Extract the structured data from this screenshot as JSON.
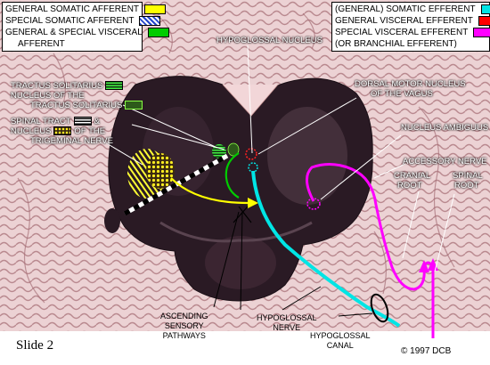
{
  "legend_left": [
    {
      "label": "GENERAL SOMATIC AFFERENT",
      "color": "#ffff00"
    },
    {
      "label": "SPECIAL SOMATIC AFFERENT",
      "color": "stripe-blue"
    },
    {
      "label": "GENERAL & SPECIAL VISCERAL",
      "color": "#00cc00"
    },
    {
      "label": "AFFERENT",
      "color": ""
    }
  ],
  "legend_right": [
    {
      "label": "(GENERAL) SOMATIC EFFERENT",
      "color": "#00e5e5"
    },
    {
      "label": "GENERAL VISCERAL EFFERENT",
      "color": "#ff0000"
    },
    {
      "label": "SPECIAL VISCERAL EFFERENT",
      "color": "#ff00ff"
    },
    {
      "label": "(OR BRANCHIAL EFFERENT)",
      "color": ""
    }
  ],
  "labels": {
    "hypoglossal_nucleus": "HYPOGLOSSAL NUCLEUS",
    "tractus_solitarius_1": "TRACTUS SOLITARIUS",
    "tractus_solitarius_2": "NUCLEUS OF THE",
    "tractus_solitarius_3": "TRACTUS SOLITARIUS",
    "spinal_tract_1": "SPINAL TRACT",
    "spinal_tract_amp": "&",
    "spinal_tract_2": "NUCLEUS",
    "spinal_tract_3": "OF THE",
    "spinal_tract_4": "TRIGEMINAL NERVE",
    "dorsal_motor_1": "DORSAL MOTOR NUCLEUS",
    "dorsal_motor_2": "OF THE VAGUS",
    "nucleus_ambiguus": "NUCLEUS AMBIGUUS",
    "accessory_nerve": "ACCESSORY NERVE",
    "cranial_root_1": "CRANIAL",
    "cranial_root_2": "ROOT",
    "spinal_root_1": "SPINAL",
    "spinal_root_2": "ROOT",
    "ascending_1": "ASCENDING",
    "ascending_2": "SENSORY",
    "ascending_3": "PATHWAYS",
    "hypoglossal_nerve_1": "HYPOGLOSSAL",
    "hypoglossal_nerve_2": "NERVE",
    "hypoglossal_canal_1": "HYPOGLOSSAL",
    "hypoglossal_canal_2": "CANAL"
  },
  "footer": {
    "slide": "Slide 2",
    "copyright": "© 1997  DCB"
  },
  "colors": {
    "tissue_pink": "#e9c9cc",
    "medulla_dark": "#2a1a24",
    "somatic_efferent": "#00e5e5",
    "general_visceral_efferent": "#ff0000",
    "special_visceral_efferent": "#ff00ff",
    "general_somatic_afferent": "#ffff00",
    "visceral_afferent": "#00cc00"
  }
}
